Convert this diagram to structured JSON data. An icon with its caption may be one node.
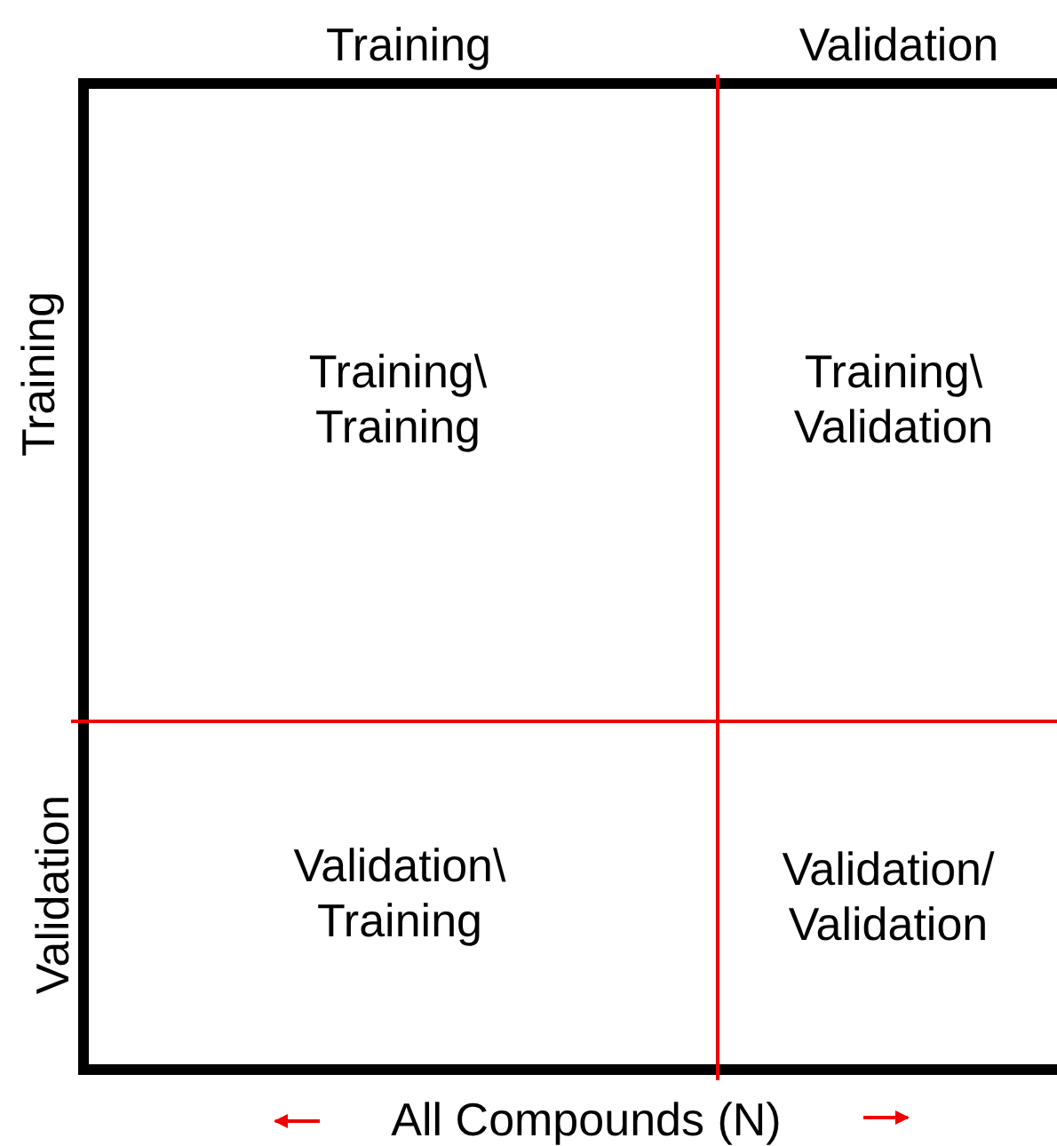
{
  "diagram": {
    "labels": [
      "Training",
      "Validation",
      "Training",
      "Training\\ Training",
      "Training\\ Validation",
      "Validation",
      "Validation\\ Training",
      "Validation/ Validation",
      "All Compounds (N)"
    ]
  }
}
